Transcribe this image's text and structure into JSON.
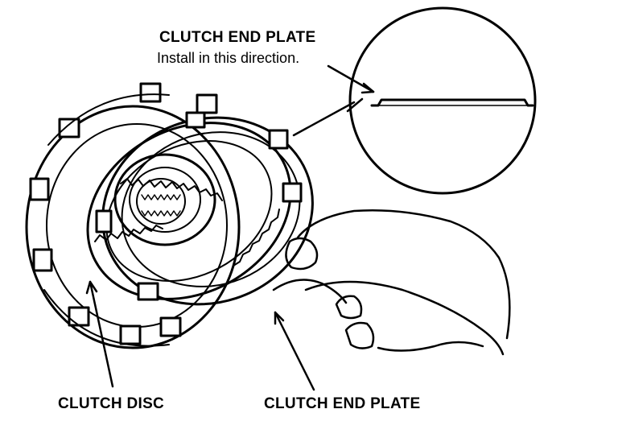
{
  "labels": {
    "title": "CLUTCH END PLATE",
    "subtitle": "Install in this direction.",
    "clutch_disc": "CLUTCH DISC",
    "clutch_end_plate": "CLUTCH END PLATE"
  }
}
